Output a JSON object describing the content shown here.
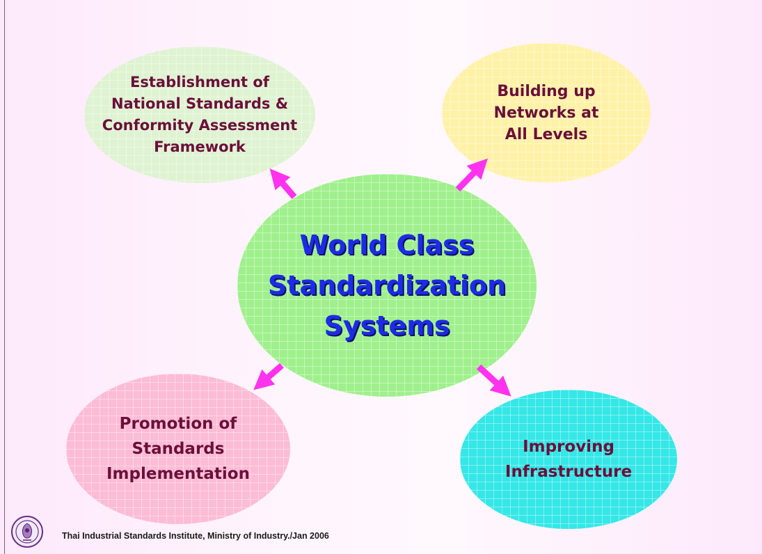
{
  "diagram": {
    "center": {
      "label": "World Class\nStandardization\nSystems"
    },
    "nodes": {
      "top_left": {
        "label": "Establishment of\nNational Standards &\nConformity Assessment\nFramework"
      },
      "top_right": {
        "label": "Building up\nNetworks at\nAll Levels"
      },
      "bottom_left": {
        "label": "Promotion of\nStandards\nImplementation"
      },
      "bottom_right": {
        "label": "Improving\nInfrastructure"
      }
    },
    "arrow_color": "#ff33ee"
  },
  "footer": {
    "text": "Thai Industrial Standards Institute, Ministry of Industry./Jan 2006",
    "logo_icon": "tisi-emblem-icon"
  }
}
